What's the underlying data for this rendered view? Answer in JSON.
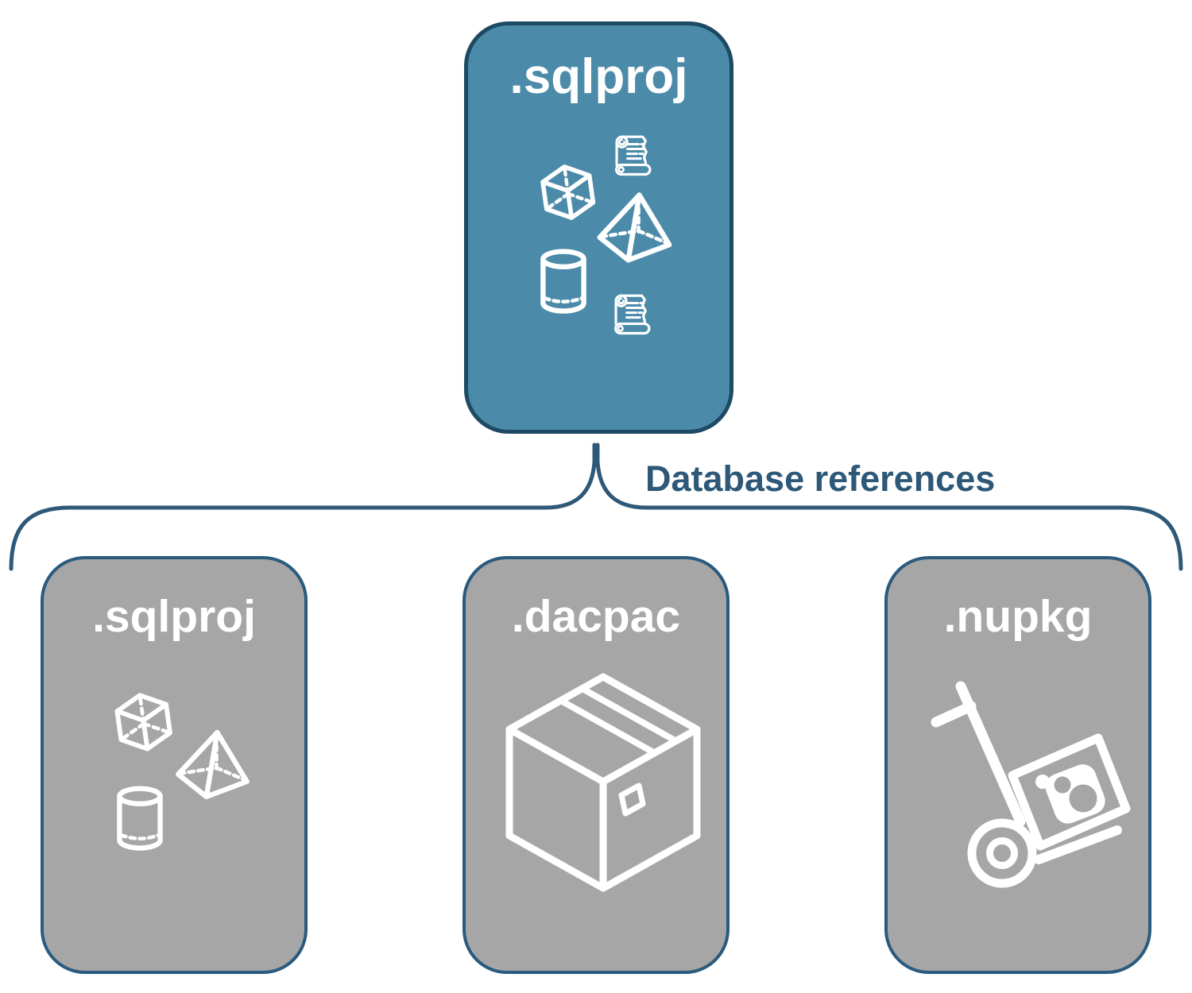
{
  "theme": {
    "bg": "#ffffff",
    "accent-blue": "#4B8BA9",
    "box-gray": "#A6A6A6",
    "border-dark": "#1D4A63",
    "border-gray": "#2A5A7D",
    "line-color": "#2D5878",
    "text-light": "#ffffff",
    "text-dark": "#2D5878"
  },
  "diagram": {
    "root": {
      "label": ".sqlproj",
      "icons": [
        "cube-icon",
        "scroll-icon",
        "pyramid-icon",
        "cylinder-icon",
        "scroll-icon"
      ]
    },
    "connector": {
      "label": "Database references"
    },
    "children": [
      {
        "label": ".sqlproj",
        "icons": [
          "cube-icon",
          "pyramid-icon",
          "cylinder-icon"
        ]
      },
      {
        "label": ".dacpac",
        "icons": [
          "package-box-icon"
        ]
      },
      {
        "label": ".nupkg",
        "icons": [
          "nuget-handtruck-icon"
        ]
      }
    ]
  }
}
